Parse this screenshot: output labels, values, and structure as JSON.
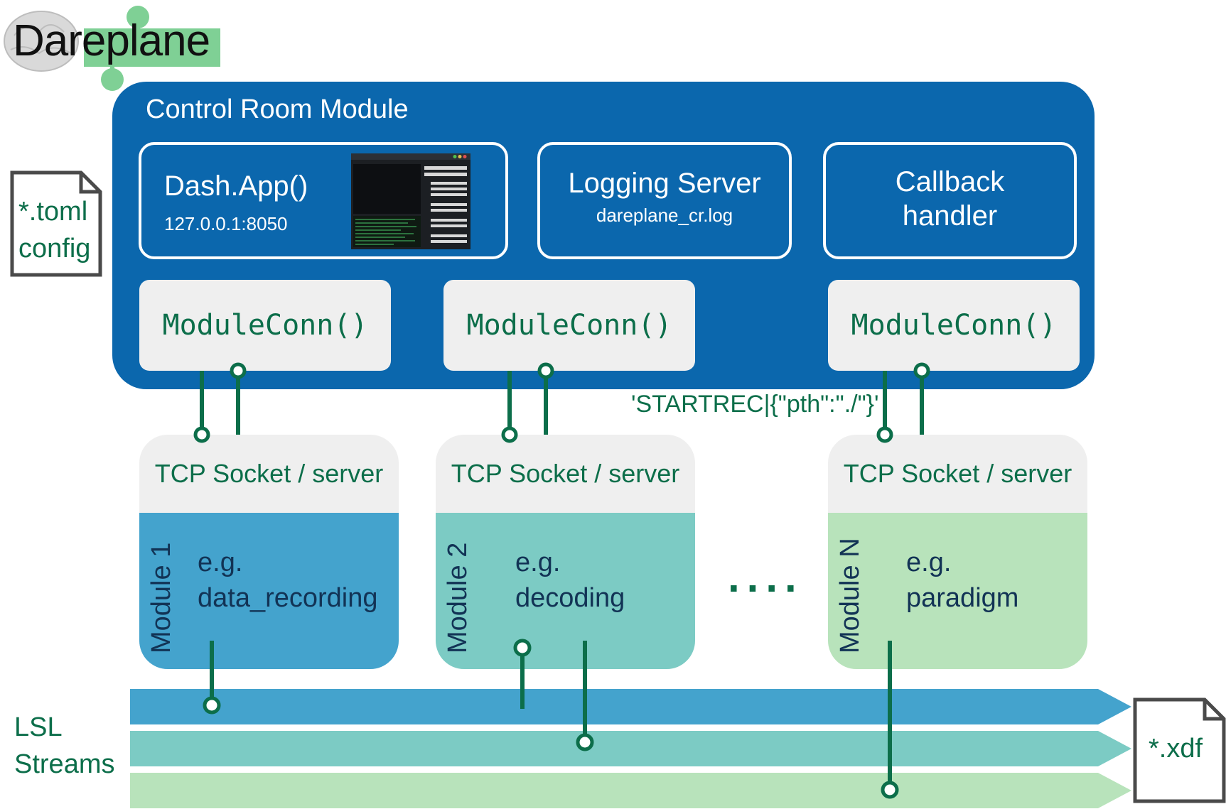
{
  "logo": {
    "text": "Dareplane"
  },
  "control_room": {
    "title": "Control Room Module",
    "dash": {
      "title": "Dash.App()",
      "address": "127.0.0.1:8050"
    },
    "logging": {
      "title": "Logging Server",
      "file": "dareplane_cr.log"
    },
    "callback": {
      "line1": "Callback",
      "line2": "handler"
    },
    "conn_label": "ModuleConn()"
  },
  "config_file": {
    "line1": "*.toml",
    "line2": "config"
  },
  "command": "'STARTREC|{\"pth\":\"./\"}'",
  "modules": [
    {
      "header": "TCP Socket / server",
      "name": "Module 1",
      "eg": "e.g.",
      "desc": "data_recording",
      "color": "#44a3cd"
    },
    {
      "header": "TCP Socket / server",
      "name": "Module 2",
      "eg": "e.g.",
      "desc": "decoding",
      "color": "#7ccbc4"
    },
    {
      "header": "TCP Socket / server",
      "name": "Module N",
      "eg": "e.g.",
      "desc": "paradigm",
      "color": "#b8e3bb"
    }
  ],
  "ellipsis": "....",
  "lsl": {
    "line1": "LSL",
    "line2": "Streams"
  },
  "xdf_file": "*.xdf",
  "colors": {
    "control_room": "#0b67ad",
    "accent_green": "#0c6e4a",
    "logo_green": "#7fd095",
    "stream1": "#44a3cd",
    "stream2": "#7ccbc4",
    "stream3": "#b8e3bb"
  }
}
